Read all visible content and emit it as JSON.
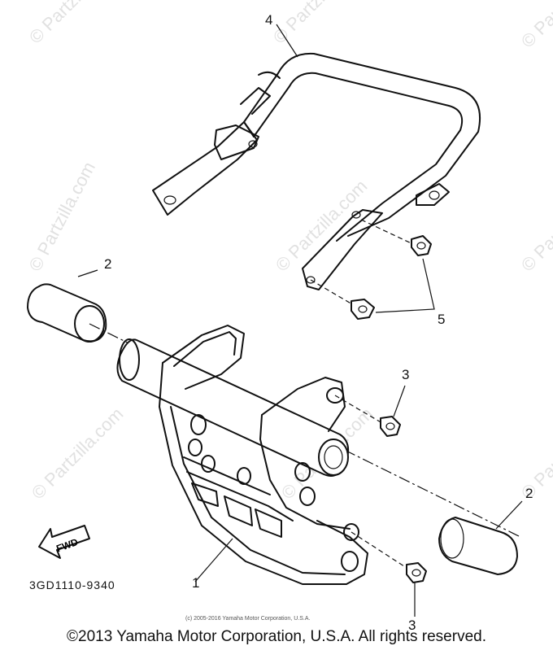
{
  "diagram": {
    "watermark": "© Partzilla.com",
    "part_number": "3GD1110-9340",
    "fwd_label": "FWD",
    "copyright_small": "(c) 2005-2016 Yamaha Motor Corporation, U.S.A.",
    "copyright_main": "©2013 Yamaha Motor Corporation, U.S.A. All rights reserved.",
    "callouts": {
      "grab_bar": "4",
      "bumper_left": "2",
      "bumper_right": "2",
      "bolt_upper": "3",
      "bolt_lower": "3",
      "bolts_bar": "5",
      "guard": "1"
    }
  }
}
